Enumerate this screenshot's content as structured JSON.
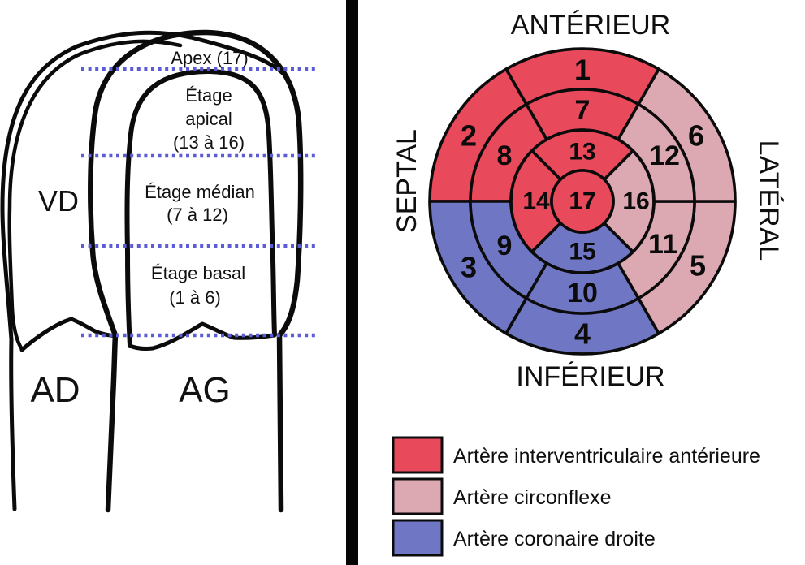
{
  "left_panel": {
    "chambers": {
      "vd": "VD",
      "ad": "AD",
      "ag": "AG"
    },
    "levels": {
      "apex": "Apex (17)",
      "apical": [
        "Étage",
        "apical",
        "(13 à 16)"
      ],
      "median": [
        "Étage médian",
        "(7 à 12)"
      ],
      "basal": [
        "Étage basal",
        "(1 à 6)"
      ]
    },
    "colors": {
      "level_text": "#9B3B95",
      "level_line": "#5C5CD6"
    }
  },
  "bullseye": {
    "labels": {
      "top": "ANTÉRIEUR",
      "bottom": "INFÉRIEUR",
      "left": "SEPTAL",
      "right": "LATÉRAL"
    },
    "segments": [
      "1",
      "2",
      "3",
      "4",
      "5",
      "6",
      "7",
      "8",
      "9",
      "10",
      "11",
      "12",
      "13",
      "14",
      "15",
      "16",
      "17"
    ]
  },
  "arteries": {
    "iva": {
      "label": "Artère interventriculaire antérieure",
      "color": "#E8495B",
      "segments": [
        1,
        2,
        7,
        8,
        13,
        14,
        17
      ]
    },
    "cx": {
      "label": "Artère circonflexe",
      "color": "#DCA8B2",
      "segments": [
        5,
        6,
        11,
        12,
        16
      ]
    },
    "cd": {
      "label": "Artère coronaire droite",
      "color": "#6F77C5",
      "segments": [
        3,
        4,
        9,
        10,
        15
      ]
    }
  }
}
